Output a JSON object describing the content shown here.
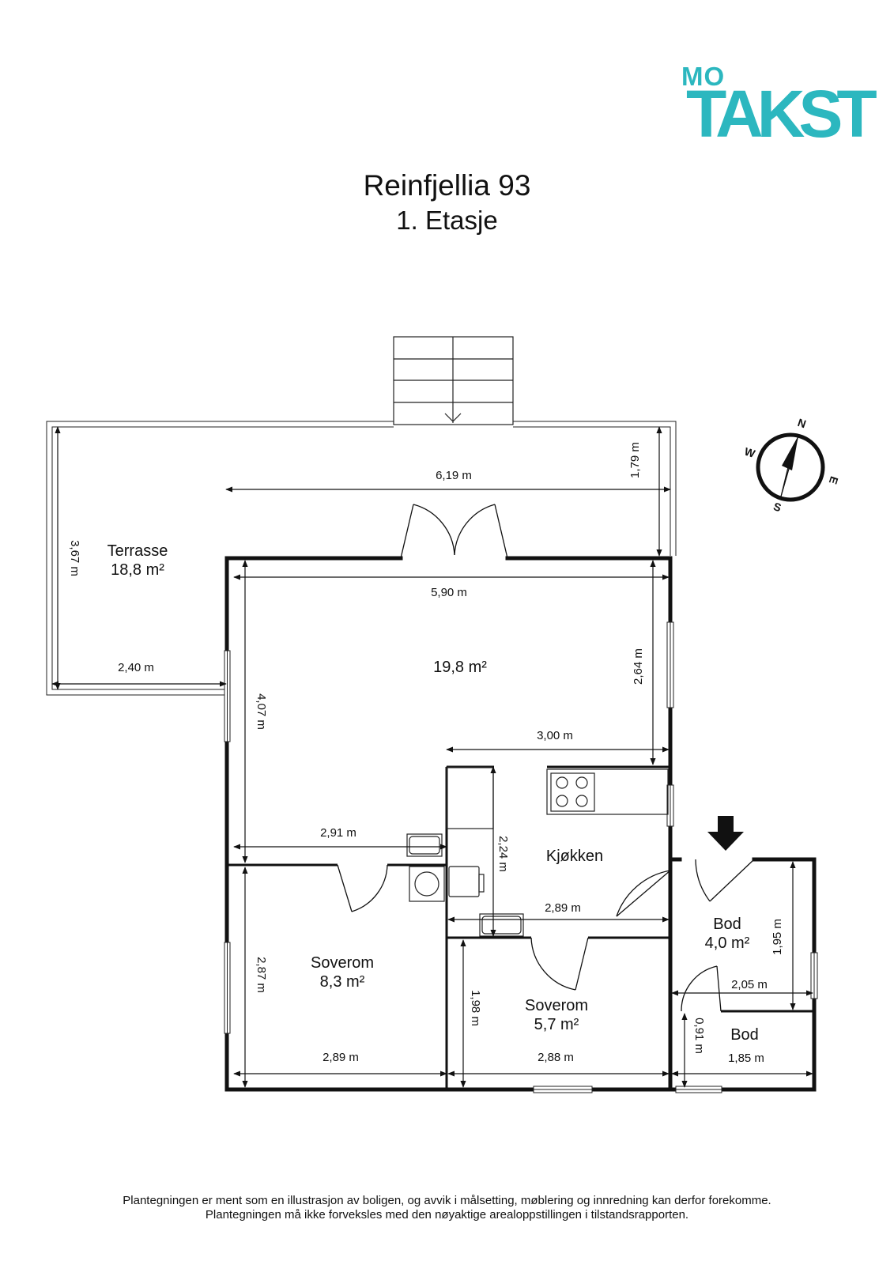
{
  "logo": {
    "prefix": "MO",
    "name": "TAKST",
    "color": "#2cb7bf"
  },
  "title": {
    "main": "Reinfjellia 93",
    "sub": "1. Etasje"
  },
  "footer": {
    "line1": "Plantegningen er ment som en illustrasjon av boligen, og avvik i målsetting, møblering og innredning kan derfor forekomme.",
    "line2": "Plantegningen må ikke forveksles med den nøyaktige arealoppstillingen i tilstandsrapporten."
  },
  "compass": {
    "n": "N",
    "e": "E",
    "s": "S",
    "w": "W"
  },
  "rooms": {
    "terrasse": {
      "name": "Terrasse",
      "area": "18,8 m²"
    },
    "stue": {
      "area": "19,8 m²"
    },
    "kjokken": {
      "name": "Kjøkken"
    },
    "soverom1": {
      "name": "Soverom",
      "area": "8,3 m²"
    },
    "soverom2": {
      "name": "Soverom",
      "area": "5,7 m²"
    },
    "bod1": {
      "name": "Bod",
      "area": "4,0 m²"
    },
    "bod2": {
      "name": "Bod"
    }
  },
  "dimensions": {
    "terrace_width": "6,19 m",
    "terrace_depth": "1,79 m",
    "terrace_side": "3,67 m",
    "terrace_bottom": "2,40 m",
    "living_width": "5,90 m",
    "living_height": "4,07 m",
    "living_right": "2,64 m",
    "kitchen_top": "3,00 m",
    "living_bottom": "2,91 m",
    "kitchen_height": "2,24 m",
    "kitchen_bottom": "2,89 m",
    "sov1_height": "2,87 m",
    "sov1_width": "2,89 m",
    "sov2_height": "1,98 m",
    "sov2_width": "2,88 m",
    "bod1_height": "1,95 m",
    "bod1_width": "2,05 m",
    "bod2_height": "0,91 m",
    "bod2_width": "1,85 m"
  }
}
